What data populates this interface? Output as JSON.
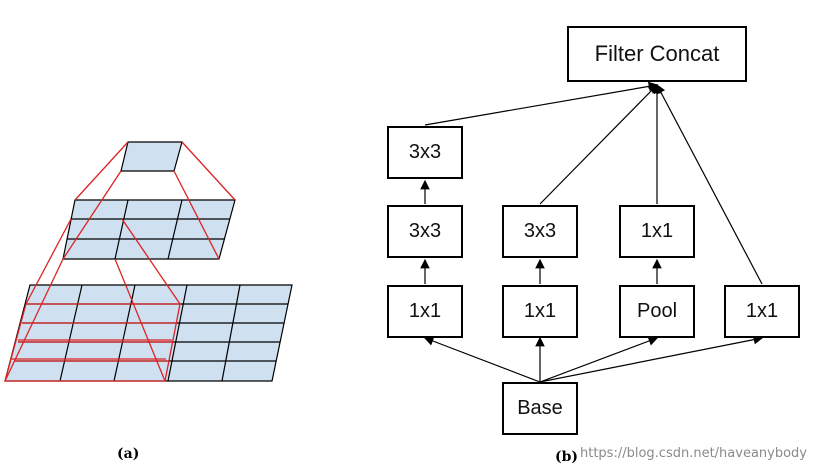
{
  "panel_a": {
    "caption": "(a)"
  },
  "panel_b": {
    "caption": "(b)",
    "nodes": {
      "filter_concat": "Filter Concat",
      "b1_top": "3x3",
      "b1_mid": "3x3",
      "b1_bot": "1x1",
      "b2_mid": "3x3",
      "b2_bot": "1x1",
      "b3_mid": "1x1",
      "b3_bot": "Pool",
      "b4_bot": "1x1",
      "base": "Base"
    }
  },
  "watermark": "https://blog.csdn.net/haveanybody",
  "colors": {
    "grid_fill": "#cfe0f1",
    "grid_line": "#000000",
    "receptive_field": "#dd2222"
  }
}
